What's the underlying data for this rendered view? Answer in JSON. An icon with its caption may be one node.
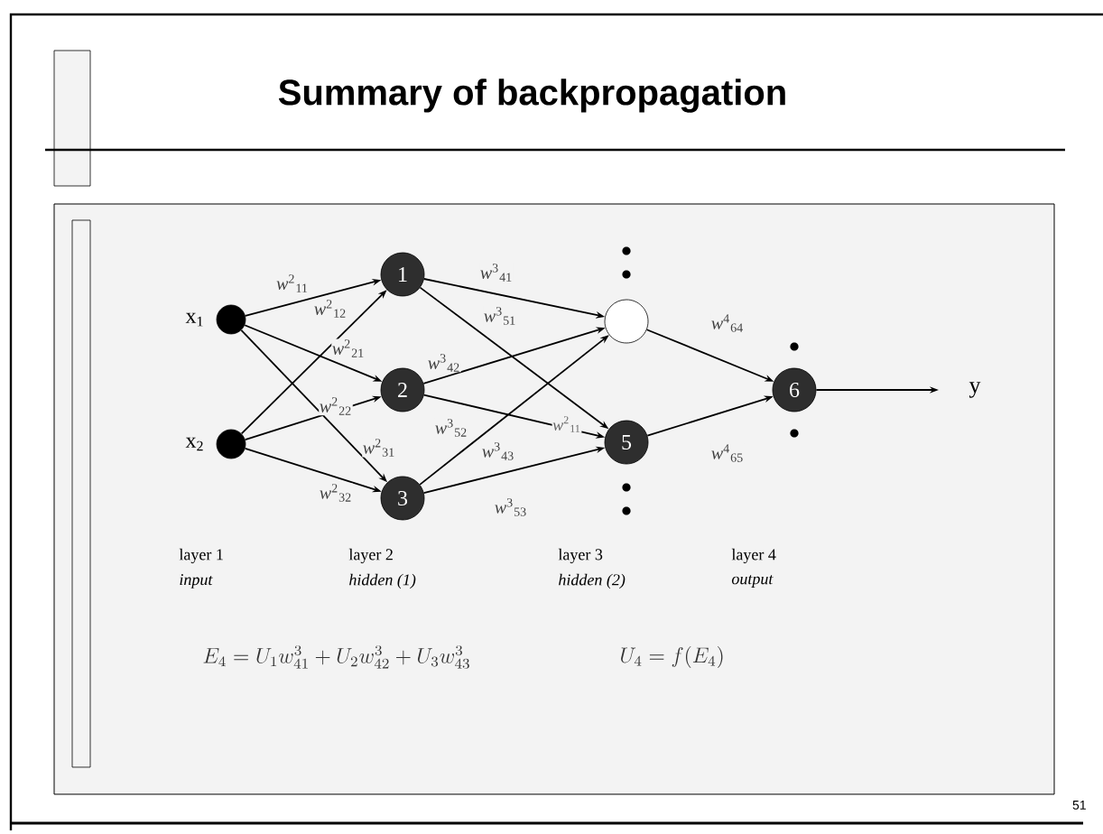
{
  "diagram": {
    "title": "Summary of  backpropagation",
    "nodes": [
      {
        "text": [],
        "shape": "circle",
        "beside": [
          "x$_{1}$"
        ]
      },
      {
        "text": [],
        "shape": "circle",
        "beside": [
          "x$_{2}$"
        ]
      },
      {
        "text": [
          "1"
        ]
      },
      {
        "text": [
          "2"
        ]
      },
      {
        "text": [
          "3"
        ]
      },
      {
        "text": [],
        "shape": "circle"
      },
      {
        "text": [
          "5"
        ]
      },
      {
        "text": [
          "6"
        ]
      },
      {
        "text": [
          "y"
        ]
      }
    ],
    "edges": [
      {
        "from": 0,
        "to": 2,
        "arrow": "to",
        "label": "*w*$^{2}$$_{11}$"
      },
      {
        "from": 1,
        "to": 2,
        "arrow": "to",
        "label": "*w*$^{2}$$_{12}$"
      },
      {
        "from": 0,
        "to": 3,
        "arrow": "to",
        "label": "*w*$^{2}$$_{21}$"
      },
      {
        "from": 1,
        "to": 3,
        "arrow": "to",
        "label": "*w*$^{2}$$_{22}$"
      },
      {
        "from": 0,
        "to": 4,
        "arrow": "to",
        "label": "*w*$^{2}$$_{31}$"
      },
      {
        "from": 1,
        "to": 4,
        "arrow": "to",
        "label": "*w*$^{2}$$_{32}$"
      },
      {
        "from": 2,
        "to": 5,
        "arrow": "to",
        "label": "*w*$^{3}$$_{41}$"
      },
      {
        "from": 2,
        "to": 6,
        "arrow": "to",
        "label": "*w*$^{3}$$_{51}$"
      },
      {
        "from": 3,
        "to": 5,
        "arrow": "to",
        "label": "*w*$^{3}$$_{42}$"
      },
      {
        "from": 3,
        "to": 6,
        "arrow": "to",
        "label": "*w*$^{3}$$_{52}$"
      },
      {
        "from": 4,
        "to": 5,
        "arrow": "to",
        "label": "*w*$^{3}$$_{43}$"
      },
      {
        "from": 4,
        "to": 6,
        "arrow": "to",
        "label": "*w*$^{3}$$_{53}$"
      },
      {
        "from": 5,
        "to": 7,
        "arrow": "to",
        "label": "*w*$^{4}$$_{64}$"
      },
      {
        "from": 6,
        "to": 7,
        "arrow": "to",
        "label": "*w*$^{4}$$_{65}$"
      },
      {
        "from": 7,
        "to": 8,
        "arrow": "to"
      }
    ],
    "labels": [
      "*w*$^{2}$$_{11}$",
      "layer 1",
      "layer 2",
      "layer 3",
      "layer 4",
      "input",
      "hidden (1)",
      "hidden (2)",
      "output",
      "E_{4}=U_{1}w^{3}_{41}+U_{2}w^{3}_{42}+U_{3}w^{3}_{43}",
      "U_{4} = f(E_{4})",
      "51"
    ]
  }
}
